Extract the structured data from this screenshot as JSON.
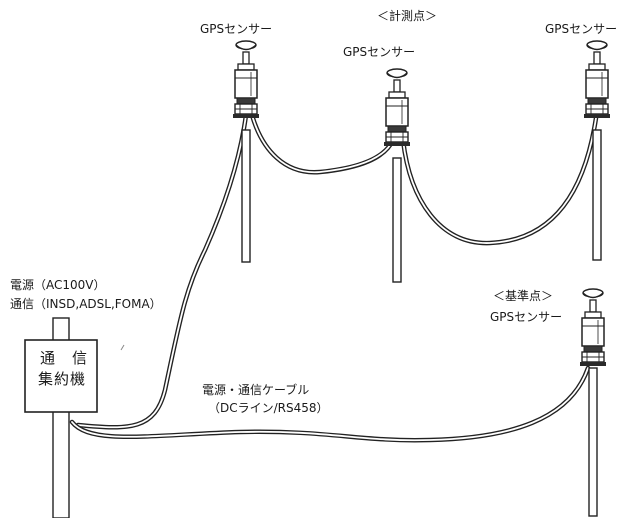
{
  "labels": {
    "measurement_points": "＜計測点＞",
    "base_point": "＜基準点＞",
    "sensor_1": "GPSセンサー",
    "sensor_2": "GPSセンサー",
    "sensor_3": "GPSセンサー",
    "sensor_base": "GPSセンサー",
    "power_line": "電源（AC100V）",
    "comm_line": "通信（INSD,ADSL,FOMA）",
    "cable_line1": "電源・通信ケーブル",
    "cable_line2": "（DCライン/RS458）"
  },
  "hub_box": {
    "line1": "通　信",
    "line2": "集約機"
  }
}
